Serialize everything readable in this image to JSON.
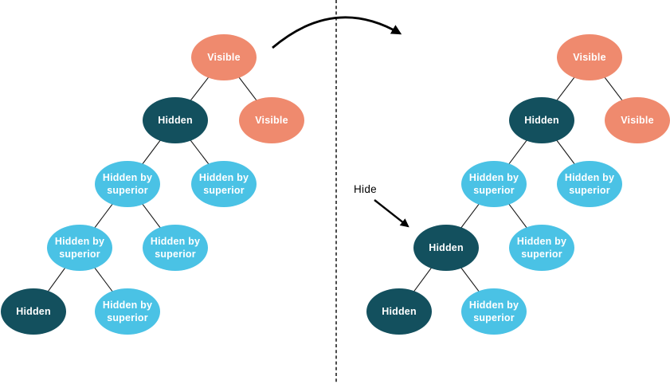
{
  "palette": {
    "visible_node": "#EF8A6E",
    "hidden_node": "#13505E",
    "hidden_by_superior_node": "#4AC2E5",
    "node_text": "#FFFFFF",
    "edge_line": "#1A1A1A",
    "divider_line": "#000000",
    "arrow": "#000000",
    "annotation_text": "#000000",
    "background": "#FFFFFF"
  },
  "annotations": {
    "hide_label": "Hide",
    "transition_arrow_icon": "curved-right-arrow",
    "hide_arrow_icon": "diagonal-down-right-arrow",
    "divider_icon": "vertical-dashed-line"
  },
  "trees": {
    "before": {
      "position": "left-of-divider",
      "nodes": [
        {
          "label": "Visible",
          "state": "visible"
        },
        {
          "label": "Hidden",
          "state": "hidden"
        },
        {
          "label": "Visible",
          "state": "visible"
        },
        {
          "label": "Hidden by superior",
          "state": "hidden-by-superior"
        },
        {
          "label": "Hidden by superior",
          "state": "hidden-by-superior"
        },
        {
          "label": "Hidden by superior",
          "state": "hidden-by-superior"
        },
        {
          "label": "Hidden by superior",
          "state": "hidden-by-superior"
        },
        {
          "label": "Hidden",
          "state": "hidden"
        },
        {
          "label": "Hidden by superior",
          "state": "hidden-by-superior"
        }
      ],
      "edges": [
        [
          0,
          1
        ],
        [
          0,
          2
        ],
        [
          1,
          3
        ],
        [
          1,
          4
        ],
        [
          3,
          5
        ],
        [
          3,
          6
        ],
        [
          5,
          7
        ],
        [
          5,
          8
        ]
      ]
    },
    "after": {
      "position": "right-of-divider",
      "nodes": [
        {
          "label": "Visible",
          "state": "visible"
        },
        {
          "label": "Hidden",
          "state": "hidden"
        },
        {
          "label": "Visible",
          "state": "visible"
        },
        {
          "label": "Hidden by superior",
          "state": "hidden-by-superior"
        },
        {
          "label": "Hidden by superior",
          "state": "hidden-by-superior"
        },
        {
          "label": "Hidden",
          "state": "hidden"
        },
        {
          "label": "Hidden by superior",
          "state": "hidden-by-superior"
        },
        {
          "label": "Hidden",
          "state": "hidden"
        },
        {
          "label": "Hidden by superior",
          "state": "hidden-by-superior"
        }
      ],
      "edges": [
        [
          0,
          1
        ],
        [
          0,
          2
        ],
        [
          1,
          3
        ],
        [
          1,
          4
        ],
        [
          3,
          5
        ],
        [
          3,
          6
        ],
        [
          5,
          7
        ],
        [
          5,
          8
        ]
      ]
    }
  }
}
